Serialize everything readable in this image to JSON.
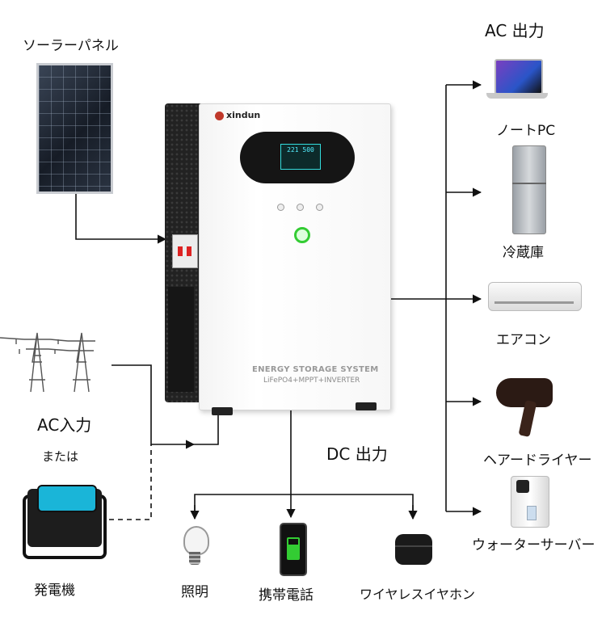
{
  "labels": {
    "solar_panel": "ソーラーパネル",
    "ac_output": "AC 出力",
    "laptop": "ノートPC",
    "refrigerator": "冷蔵庫",
    "air_conditioner": "エアコン",
    "hair_dryer": "ヘアードライヤー",
    "water_server": "ウォーターサーバー",
    "ac_input": "AC入力",
    "or": "または",
    "generator": "発電機",
    "dc_output": "DC 出力",
    "lighting": "照明",
    "mobile_phone": "携帯電話",
    "wireless_earphones": "ワイヤレスイヤホン"
  },
  "unit": {
    "brand": "xindun",
    "title": "ENERGY STORAGE SYSTEM",
    "subtitle": "LiFePO4+MPPT+INVERTER",
    "display_reading": "221 500"
  },
  "colors": {
    "wire": "#111111",
    "brand_red": "#c0392b",
    "power_green": "#33cc33",
    "generator_blue": "#1ab5d8"
  },
  "icons": [
    "solar-panel-icon",
    "transmission-tower-icon",
    "generator-icon",
    "laptop-icon",
    "refrigerator-icon",
    "air-conditioner-icon",
    "hair-dryer-icon",
    "water-server-icon",
    "light-bulb-icon",
    "smartphone-icon",
    "earbuds-icon"
  ]
}
